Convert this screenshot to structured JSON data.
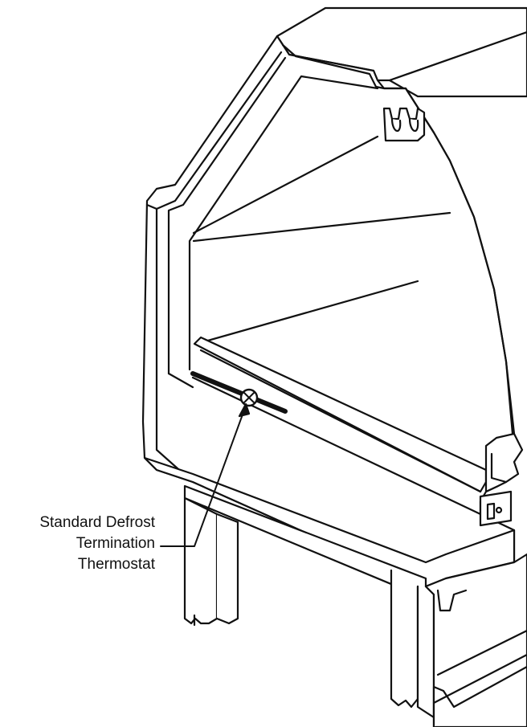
{
  "callout": {
    "lines": [
      "Standard Defrost",
      "Termination",
      "Thermostat"
    ]
  },
  "colors": {
    "line": "#111111",
    "background": "#ffffff"
  }
}
